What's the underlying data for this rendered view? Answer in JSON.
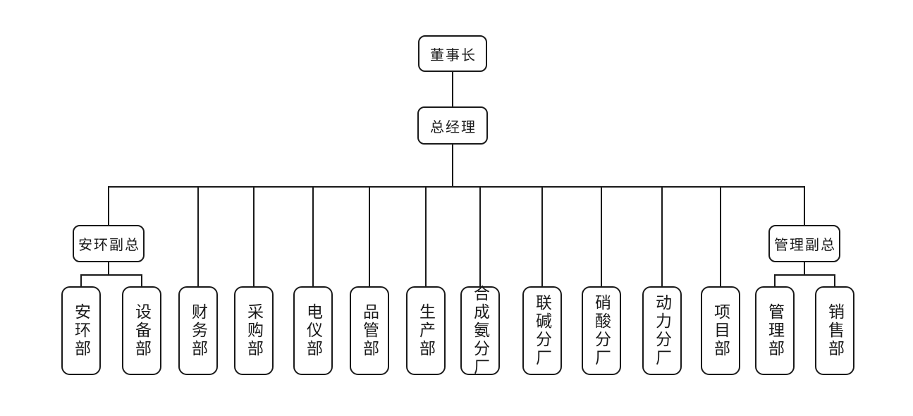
{
  "colors": {
    "background": "#ffffff",
    "line": "#1a1a1a",
    "node_border": "#1a1a1a",
    "node_fill": "#ffffff",
    "text": "#1a1a1a"
  },
  "nodes": {
    "chairman": {
      "label": "董事长"
    },
    "general_manager": {
      "label": "总经理"
    },
    "safety_env_vp": {
      "label": "安环副总"
    },
    "management_vp": {
      "label": "管理副总"
    },
    "departments": [
      "安环部",
      "设备部",
      "财务部",
      "采购部",
      "电仪部",
      "品管部",
      "生产部",
      "合成氨分厂",
      "联碱分厂",
      "硝酸分厂",
      "动力分厂",
      "项目部",
      "管理部",
      "销售部"
    ]
  },
  "hierarchy": {
    "董事长": [
      "总经理"
    ],
    "总经理": [
      "安环副总",
      "财务部",
      "采购部",
      "电仪部",
      "品管部",
      "生产部",
      "合成氨分厂",
      "联碱分厂",
      "硝酸分厂",
      "动力分厂",
      "项目部",
      "管理副总"
    ],
    "安环副总": [
      "安环部",
      "设备部"
    ],
    "管理副总": [
      "管理部",
      "销售部"
    ]
  }
}
